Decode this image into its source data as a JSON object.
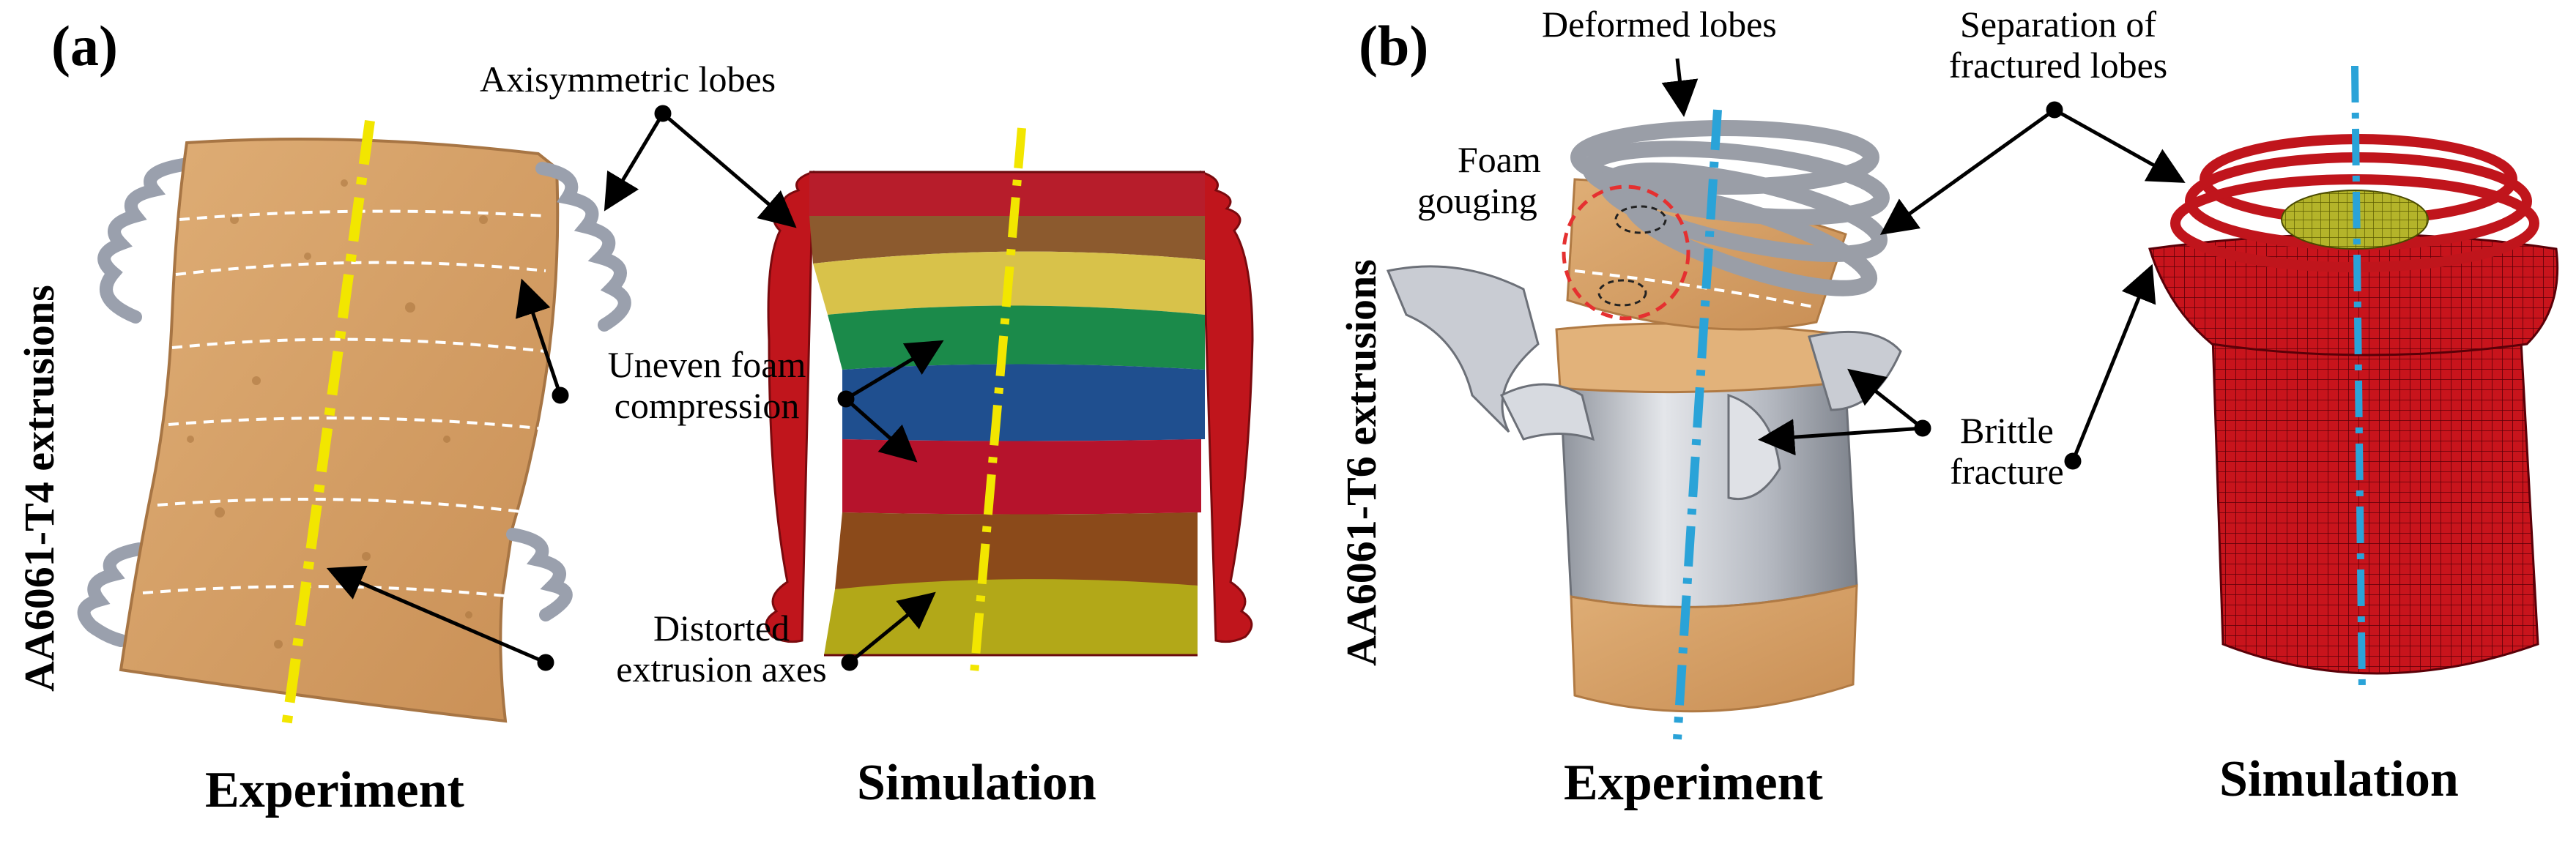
{
  "panel_a": {
    "tag": "(a)",
    "side_label": "AA6061-T4 extrusions",
    "annotations": {
      "axisymmetric_lobes": "Axisymmetric lobes",
      "uneven_foam_line1": "Uneven foam",
      "uneven_foam_line2": "compression",
      "distorted_line1": "Distorted",
      "distorted_line2": "extrusion axes"
    },
    "caption_experiment": "Experiment",
    "caption_simulation": "Simulation"
  },
  "panel_b": {
    "tag": "(b)",
    "side_label": "AA6061-T6 extrusions",
    "annotations": {
      "deformed_lobes": "Deformed lobes",
      "separation_line1": "Separation of",
      "separation_line2": "fractured lobes",
      "foam_gouging_line1": "Foam",
      "foam_gouging_line2": "gouging",
      "brittle_line1": "Brittle",
      "brittle_line2": "fracture"
    },
    "caption_experiment": "Experiment",
    "caption_simulation": "Simulation"
  },
  "colors": {
    "foam": "#d9a066",
    "aluminum": "#b8bcc6",
    "sim_red": "#c0151c",
    "axis_yellow": "#f2e600",
    "axis_blue": "#2aa3d8",
    "gouging_circle": "#e53030"
  }
}
